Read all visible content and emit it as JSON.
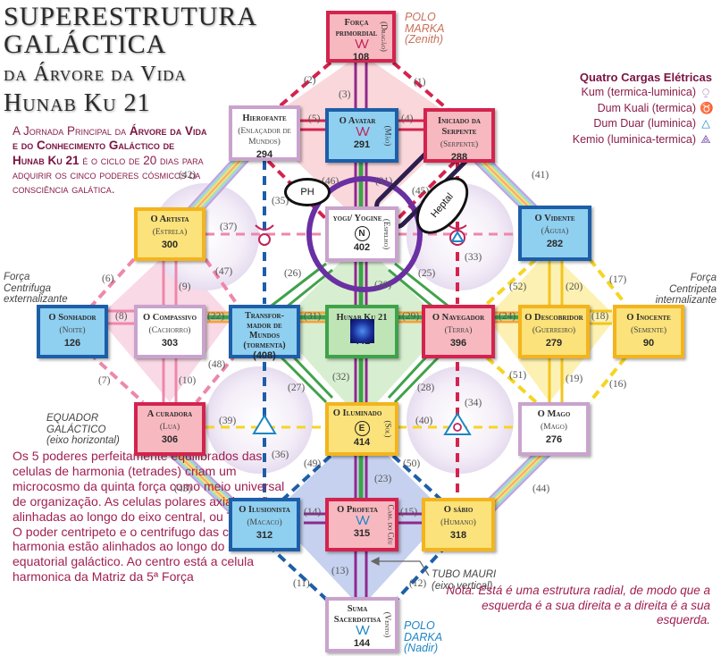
{
  "title": {
    "line1": "SUPERESTRUTURA",
    "line2": "GALÁCTICA",
    "line3": "da Árvore da Vida",
    "line4": "Hunab Ku 21"
  },
  "intro": {
    "part1": "A Jornada Principal da",
    "bold": "Árvore da Vida e do Conhecimento Galáctico de Hunab Ku 21",
    "part2": "é o ciclo de 20 dias para adquirir os cinco poderes cósmicos da consciência galática."
  },
  "legend": {
    "heading": "Quatro Cargas Elétricas",
    "items": [
      {
        "label": "Kum (termica-luminica)",
        "icon": "kum-icon",
        "symbol": "⍜",
        "color": "#8a3fa0"
      },
      {
        "label": "Dum Kuali (termica)",
        "icon": "dum-kuali-icon",
        "symbol": "♉",
        "color": "#c0245a"
      },
      {
        "label": "Dum Duar (luminica)",
        "icon": "dum-duar-icon",
        "symbol": "△",
        "color": "#1e86c4"
      },
      {
        "label": "Kemio (luminica-termica)",
        "icon": "kemio-icon",
        "symbol": "⟁",
        "color": "#6a3fa0"
      }
    ]
  },
  "side_labels": {
    "polo_marka": [
      "POLO",
      "MARKA",
      "(Zenith)"
    ],
    "polo_darka": [
      "POLO",
      "DARKA",
      "(Nadir)"
    ],
    "forca_centrifuga": [
      "Força",
      "Centrifuga",
      "externalizante"
    ],
    "forca_centripeta": [
      "Força",
      "Centripeta",
      "internalizante"
    ],
    "equador": [
      "EQUADOR",
      "GALÁCTICO",
      "(eixo horizontal)"
    ],
    "tubo_mauri": [
      "TUBO MAURI",
      "(eixo vertical)"
    ]
  },
  "body_text": "Os 5 poderes perfeitamente equilibrados das celulas de harmonia (tetrades) criam um microcosmo da quinta força como meio universal de organização. As celulas polares axiais estão alinhadas ao longo do eixo central, ou Tubo Mauri. O poder centripeto e o centrifugo das celulas de harmonia estão alinhados ao longo do eixo equatorial galáctico. Ao centro está a celula harmonica da Matriz da 5ª Força",
  "note": "Nota: Está é uma estrutura radial, de modo que a esquerda é a sua direita e a direita é a sua esquerda.",
  "nodes": {
    "forca_primordial": {
      "name": "Força primordial",
      "glyph": "VV",
      "number": "108",
      "side": "(Dragão)"
    },
    "hierofante": {
      "name": "Hierofante",
      "sub": "(Enlaçador de Mundos)",
      "number": "294"
    },
    "avatar": {
      "name": "O Avatar",
      "glyph": "VV",
      "number": "291",
      "side": "(Mão)"
    },
    "iniciado": {
      "name": "Iniciado da Serpente",
      "sub": "(Serpente)",
      "number": "288"
    },
    "artista": {
      "name": "O Artista",
      "sub": "(Estrela)",
      "number": "300"
    },
    "yogi": {
      "name": "yogi/ Yogine",
      "glyph": "N",
      "number": "402",
      "side": "(Espelho)"
    },
    "vidente": {
      "name": "O Vidente",
      "sub": "(Águia)",
      "number": "282"
    },
    "sonhador": {
      "name": "O Sonhador",
      "sub": "(Noite)",
      "number": "126"
    },
    "compassivo": {
      "name": "O Compassivo",
      "sub": "(Cachorro)",
      "number": "303"
    },
    "transformador": {
      "name": "Transfor-mador de Mundos (tormenta)",
      "number": "(408)"
    },
    "hunab_ku": {
      "name": "Hunab Ku 21",
      "number": "441"
    },
    "navegador": {
      "name": "O Navegador",
      "sub": "(Terra)",
      "number": "396"
    },
    "descobridor": {
      "name": "O Descobridor",
      "sub": "(Guerreiro)",
      "number": "279"
    },
    "inocente": {
      "name": "O Inocente",
      "sub": "(Semente)",
      "number": "90"
    },
    "curadora": {
      "name": "A curadora",
      "sub": "(Lua)",
      "number": "306"
    },
    "iluminado": {
      "name": "O Iluminado",
      "glyph": "E",
      "number": "414",
      "side": "(Sol)"
    },
    "mago": {
      "name": "O Mago",
      "sub": "(Mago)",
      "number": "276"
    },
    "ilusionista": {
      "name": "O Ilusionista",
      "sub": "(Macaco)",
      "number": "312"
    },
    "profeta": {
      "name": "O Profeta",
      "glyph": "VV",
      "number": "315",
      "side": "Cam. do Céu"
    },
    "sabio": {
      "name": "O sábio",
      "sub": "(Humano)",
      "number": "318"
    },
    "suma": {
      "name": "Suma Sacerdotisa",
      "glyph": "VV",
      "number": "144",
      "side": "(Vento)"
    }
  },
  "edges": [
    "(1)",
    "(2)",
    "(3)",
    "(4)",
    "(5)",
    "(6)",
    "(7)",
    "(8)",
    "(9)",
    "(10)",
    "(11)",
    "(12)",
    "(13)",
    "(14)",
    "(15)",
    "(16)",
    "(17)",
    "(18)",
    "(19)",
    "(20)",
    "(21)",
    "(22)",
    "(23)",
    "(24)",
    "(25)",
    "(26)",
    "(27)",
    "(28)",
    "(29)",
    "(30)",
    "(31)",
    "(32)",
    "(33)",
    "(34)",
    "(35)",
    "(36)",
    "(37)",
    "(39)",
    "(40)",
    "(41)",
    "(42)",
    "(43)",
    "(44)",
    "(45)",
    "(46)",
    "(47)",
    "(48)",
    "(49)",
    "(50)",
    "(51)",
    "(52)"
  ],
  "annotations": {
    "ph": "PH",
    "heptal": "Heptal"
  },
  "colors": {
    "pink": "#d4234e",
    "blue": "#1d5ea8",
    "yellow": "#f3b41d",
    "green": "#3fa24a",
    "purple_axis": "#8e2a8c",
    "circle": "#6a2fa3",
    "text_magenta": "#a01f50"
  }
}
